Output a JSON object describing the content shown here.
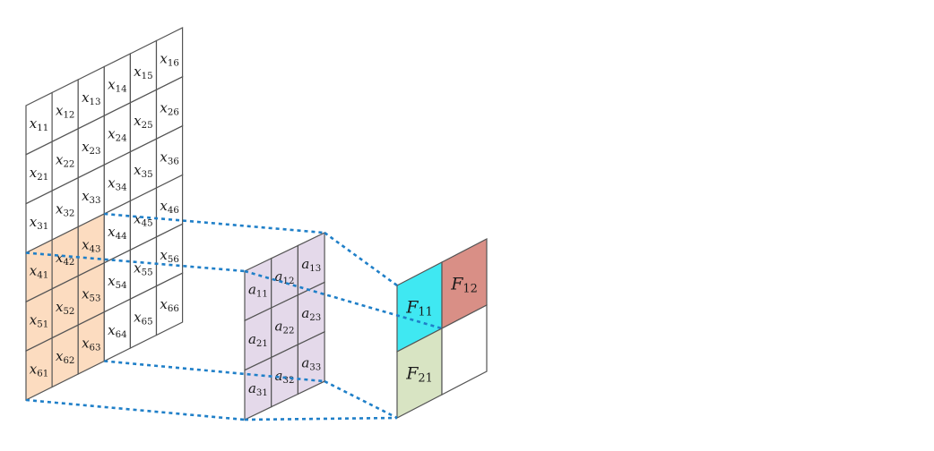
{
  "input": {
    "rows": 6,
    "cols": 6,
    "symbol": "x",
    "labels": [
      [
        "11",
        "12",
        "13",
        "14",
        "15",
        "16"
      ],
      [
        "21",
        "22",
        "23",
        "24",
        "25",
        "26"
      ],
      [
        "31",
        "32",
        "33",
        "34",
        "35",
        "36"
      ],
      [
        "41",
        "42",
        "43",
        "44",
        "45",
        "46"
      ],
      [
        "51",
        "52",
        "53",
        "54",
        "55",
        "56"
      ],
      [
        "61",
        "62",
        "63",
        "64",
        "65",
        "66"
      ]
    ],
    "receptive_field": {
      "row_start": 3,
      "col_start": 0,
      "size": 3
    },
    "highlight_color": "#fcdcc0"
  },
  "kernel": {
    "size": 3,
    "symbol": "a",
    "labels": [
      [
        "11",
        "12",
        "13"
      ],
      [
        "21",
        "22",
        "23"
      ],
      [
        "31",
        "32",
        "33"
      ]
    ],
    "fill_color": "#e4d9ea"
  },
  "output": {
    "size": 2,
    "symbol": "F",
    "cells": [
      [
        {
          "sub": "11",
          "color": "#3fe8f2"
        },
        {
          "sub": "12",
          "color": "#d98f86"
        }
      ],
      [
        {
          "sub": "21",
          "color": "#d8e4c3"
        },
        {
          "sub": "",
          "color": "#ffffff"
        }
      ]
    ]
  },
  "connector_color": "#1f7fc8"
}
